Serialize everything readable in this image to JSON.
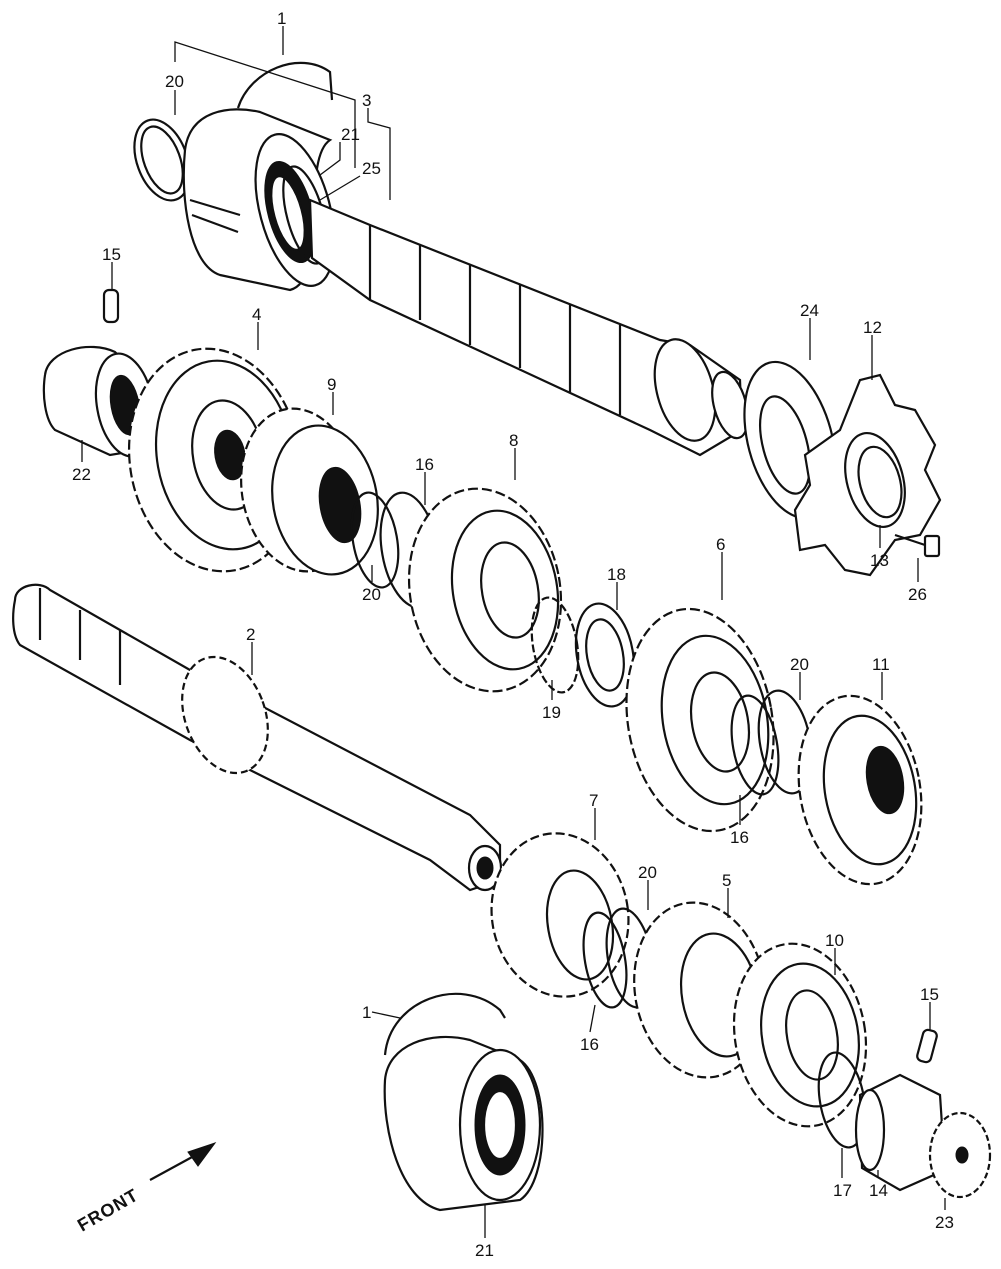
{
  "labels": {
    "l1_top": "1",
    "l20_top": "20",
    "l3": "3",
    "l21_top": "21",
    "l25": "25",
    "l15_left": "15",
    "l4": "4",
    "l9": "9",
    "l22": "22",
    "l16_a": "16",
    "l8": "8",
    "l20_mid": "20",
    "l24": "24",
    "l12": "12",
    "l13": "13",
    "l26": "26",
    "l18": "18",
    "l19": "19",
    "l6": "6",
    "l20_right": "20",
    "l11": "11",
    "l16_b": "16",
    "l2": "2",
    "l7": "7",
    "l20_low": "20",
    "l16_c": "16",
    "l5": "5",
    "l10": "10",
    "l15_right": "15",
    "l1_low": "1",
    "l17": "17",
    "l14": "14",
    "l23": "23",
    "l21_low": "21"
  },
  "front_label": "FRONT"
}
